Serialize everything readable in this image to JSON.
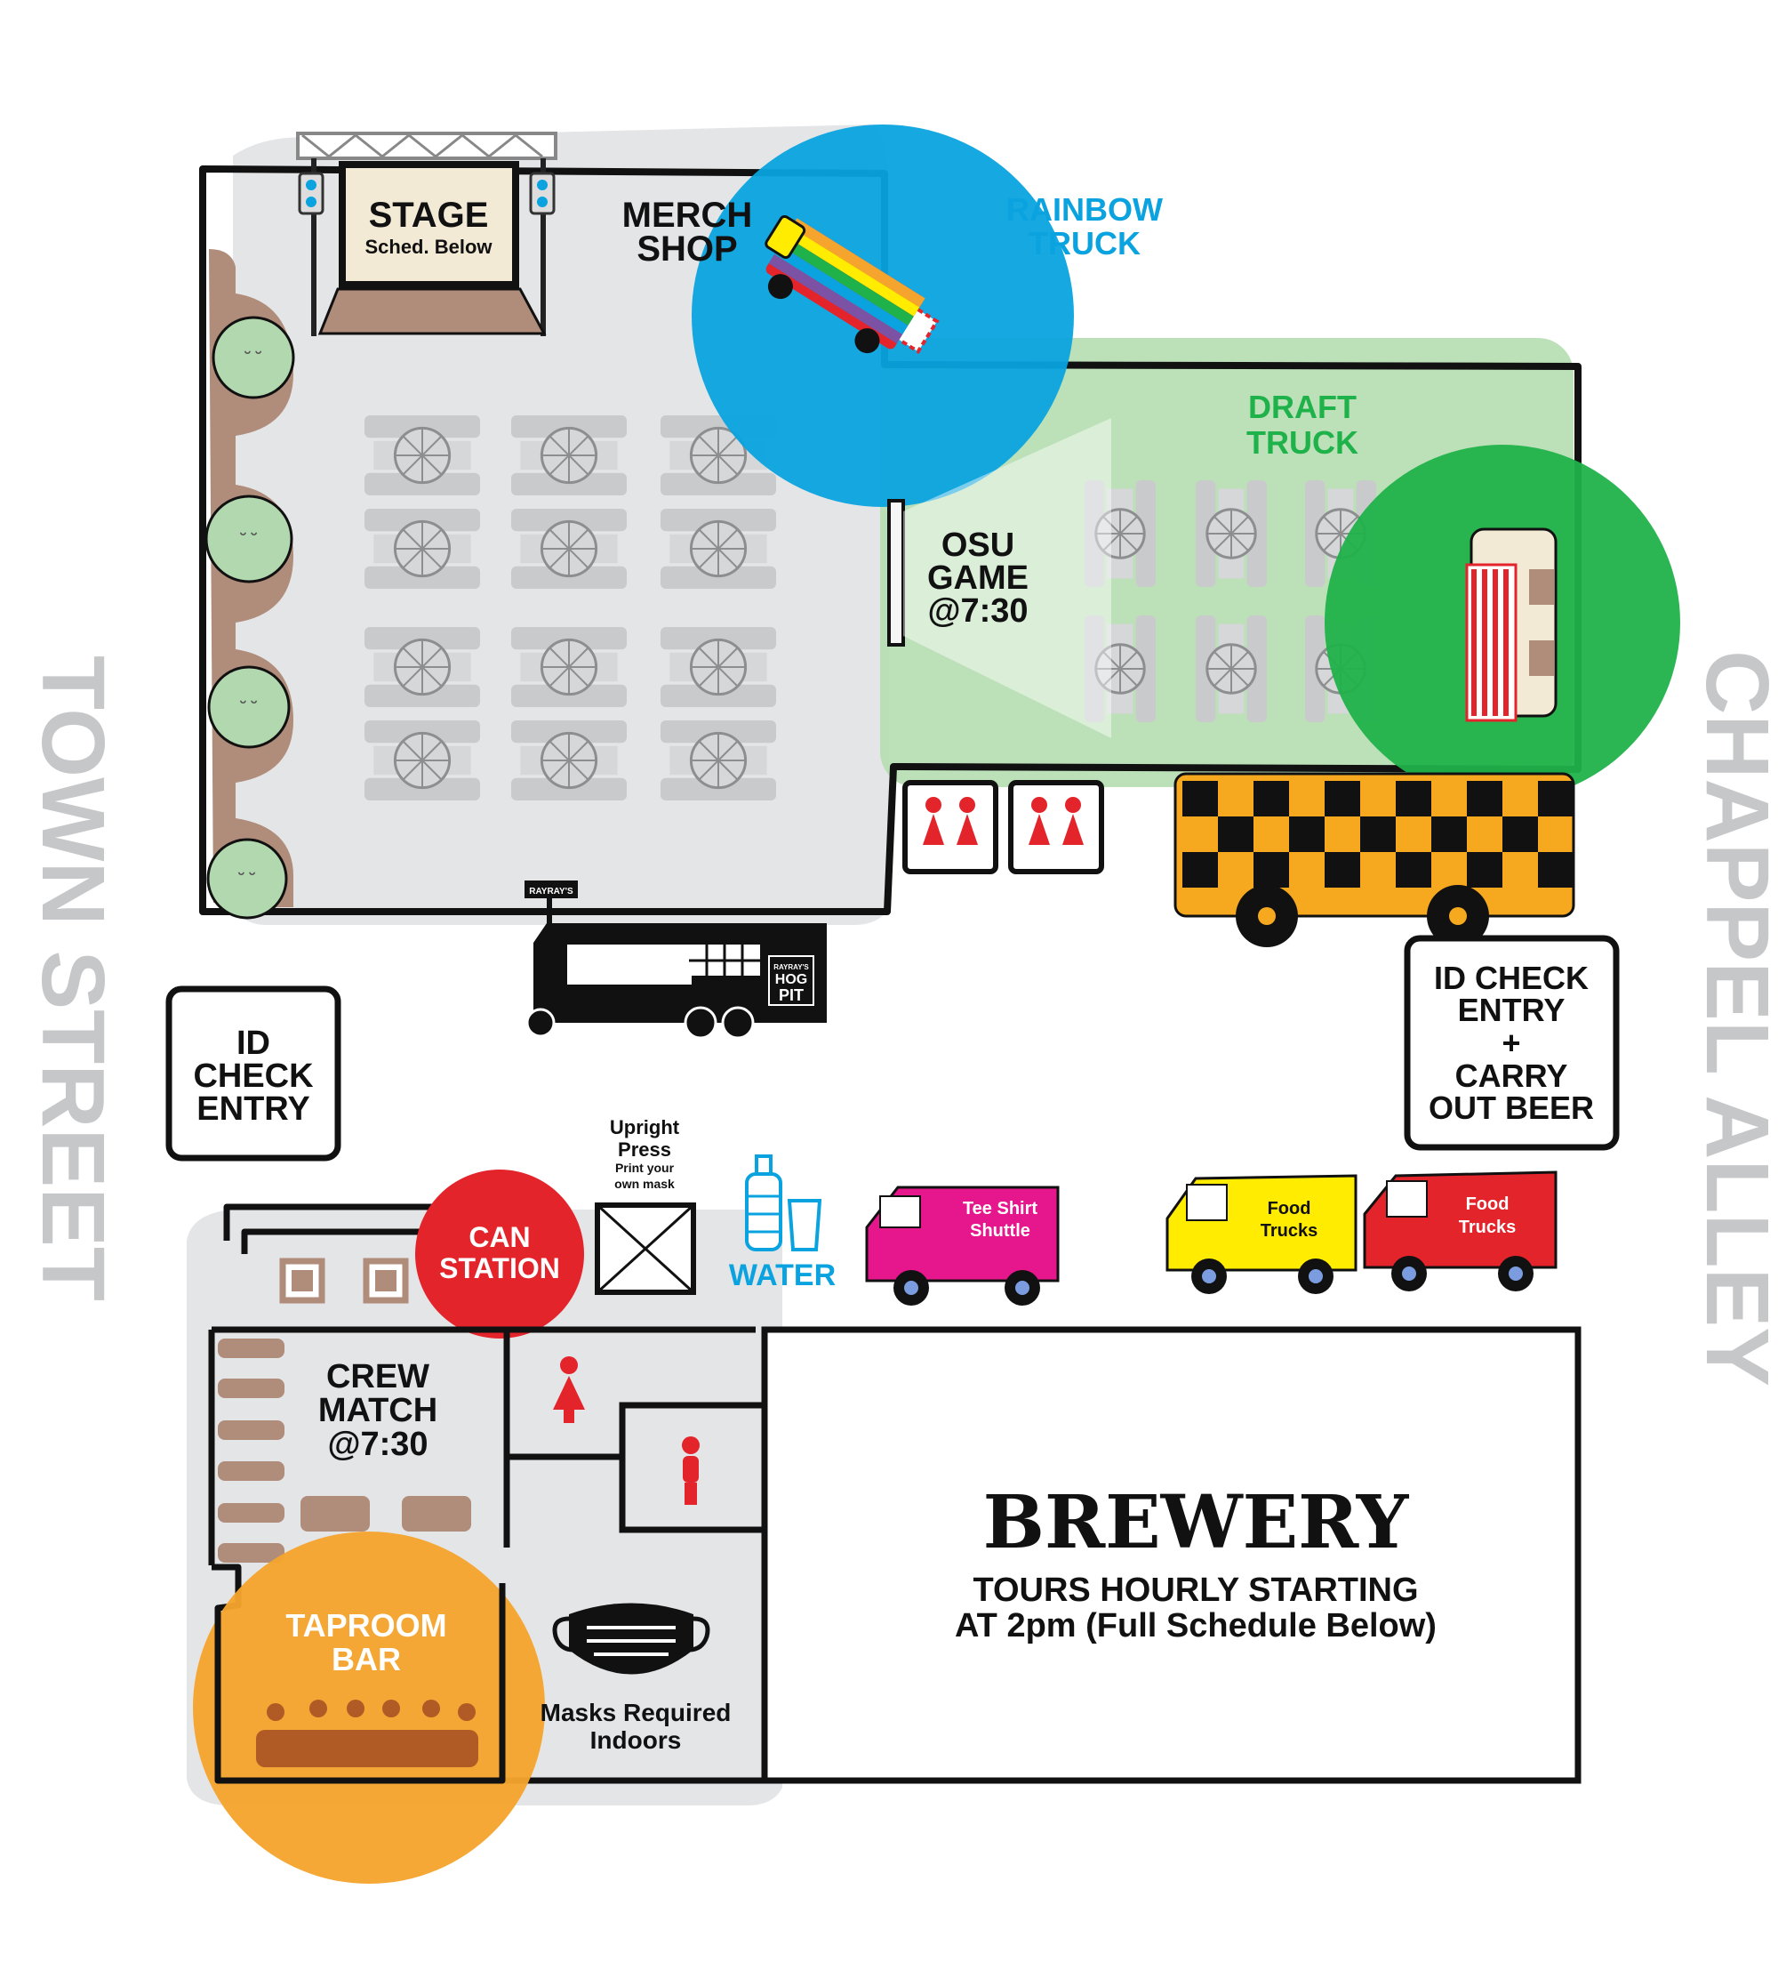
{
  "streets": {
    "left": "TOWN STREET",
    "right": "CHAPPEL ALLEY"
  },
  "stage": {
    "title": "STAGE",
    "subtitle": "Sched. Below"
  },
  "merch": {
    "line1": "MERCH",
    "line2": "SHOP"
  },
  "rainbow_truck": {
    "line1": "RAINBOW",
    "line2": "TRUCK"
  },
  "draft_truck": {
    "line1": "DRAFT",
    "line2": "TRUCK"
  },
  "osu": {
    "line1": "OSU",
    "line2": "GAME",
    "line3": "@7:30"
  },
  "hog_pit": {
    "sign": "RAYRAY'S",
    "logo1": "RAYRAY'S",
    "logo2": "HOG",
    "logo3": "PIT"
  },
  "id_check_left": {
    "line1": "ID",
    "line2": "CHECK",
    "line3": "ENTRY"
  },
  "id_check_right": {
    "line1": "ID CHECK",
    "line2": "ENTRY",
    "line3": "+",
    "line4": "CARRY",
    "line5": "OUT BEER"
  },
  "upright_press": {
    "line1": "Upright",
    "line2": "Press",
    "line3": "Print your",
    "line4": "own mask"
  },
  "water": "WATER",
  "tee_shirt_shuttle": {
    "line1": "Tee Shirt",
    "line2": "Shuttle"
  },
  "food_trucks": [
    {
      "line1": "Food",
      "line2": "Trucks"
    },
    {
      "line1": "Food",
      "line2": "Trucks"
    }
  ],
  "can_station": {
    "line1": "CAN",
    "line2": "STATION"
  },
  "crew_match": {
    "line1": "CREW",
    "line2": "MATCH",
    "line3": "@7:30"
  },
  "taproom": {
    "line1": "TAPROOM",
    "line2": "BAR"
  },
  "masks": {
    "line1": "Masks Required",
    "line2": "Indoors"
  },
  "brewery": {
    "title": "BREWERY",
    "line1": "TOURS HOURLY STARTING",
    "line2": "AT 2pm (Full Schedule Below)"
  },
  "colors": {
    "blue": "#0aa3df",
    "green": "#20b24a",
    "light_green": "#b5ddb0",
    "orange": "#f5a42e",
    "red": "#e3242b",
    "grey_area": "#e4e5e7",
    "brown": "#b08c7a",
    "magenta": "#e6178c",
    "yellow": "#ffec00",
    "bus": "#f6a81e"
  }
}
